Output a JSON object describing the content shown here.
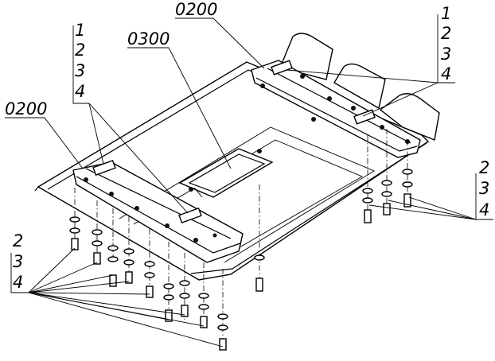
{
  "callouts": {
    "sub_right": "0200",
    "sub_left": "0200",
    "sub_center": "0300",
    "stack_top_right": [
      "1",
      "2",
      "3",
      "4"
    ],
    "stack_top_left": [
      "1",
      "2",
      "3",
      "4"
    ],
    "stack_right": [
      "2",
      "3",
      "4"
    ],
    "stack_left": [
      "2",
      "3",
      "4"
    ]
  }
}
